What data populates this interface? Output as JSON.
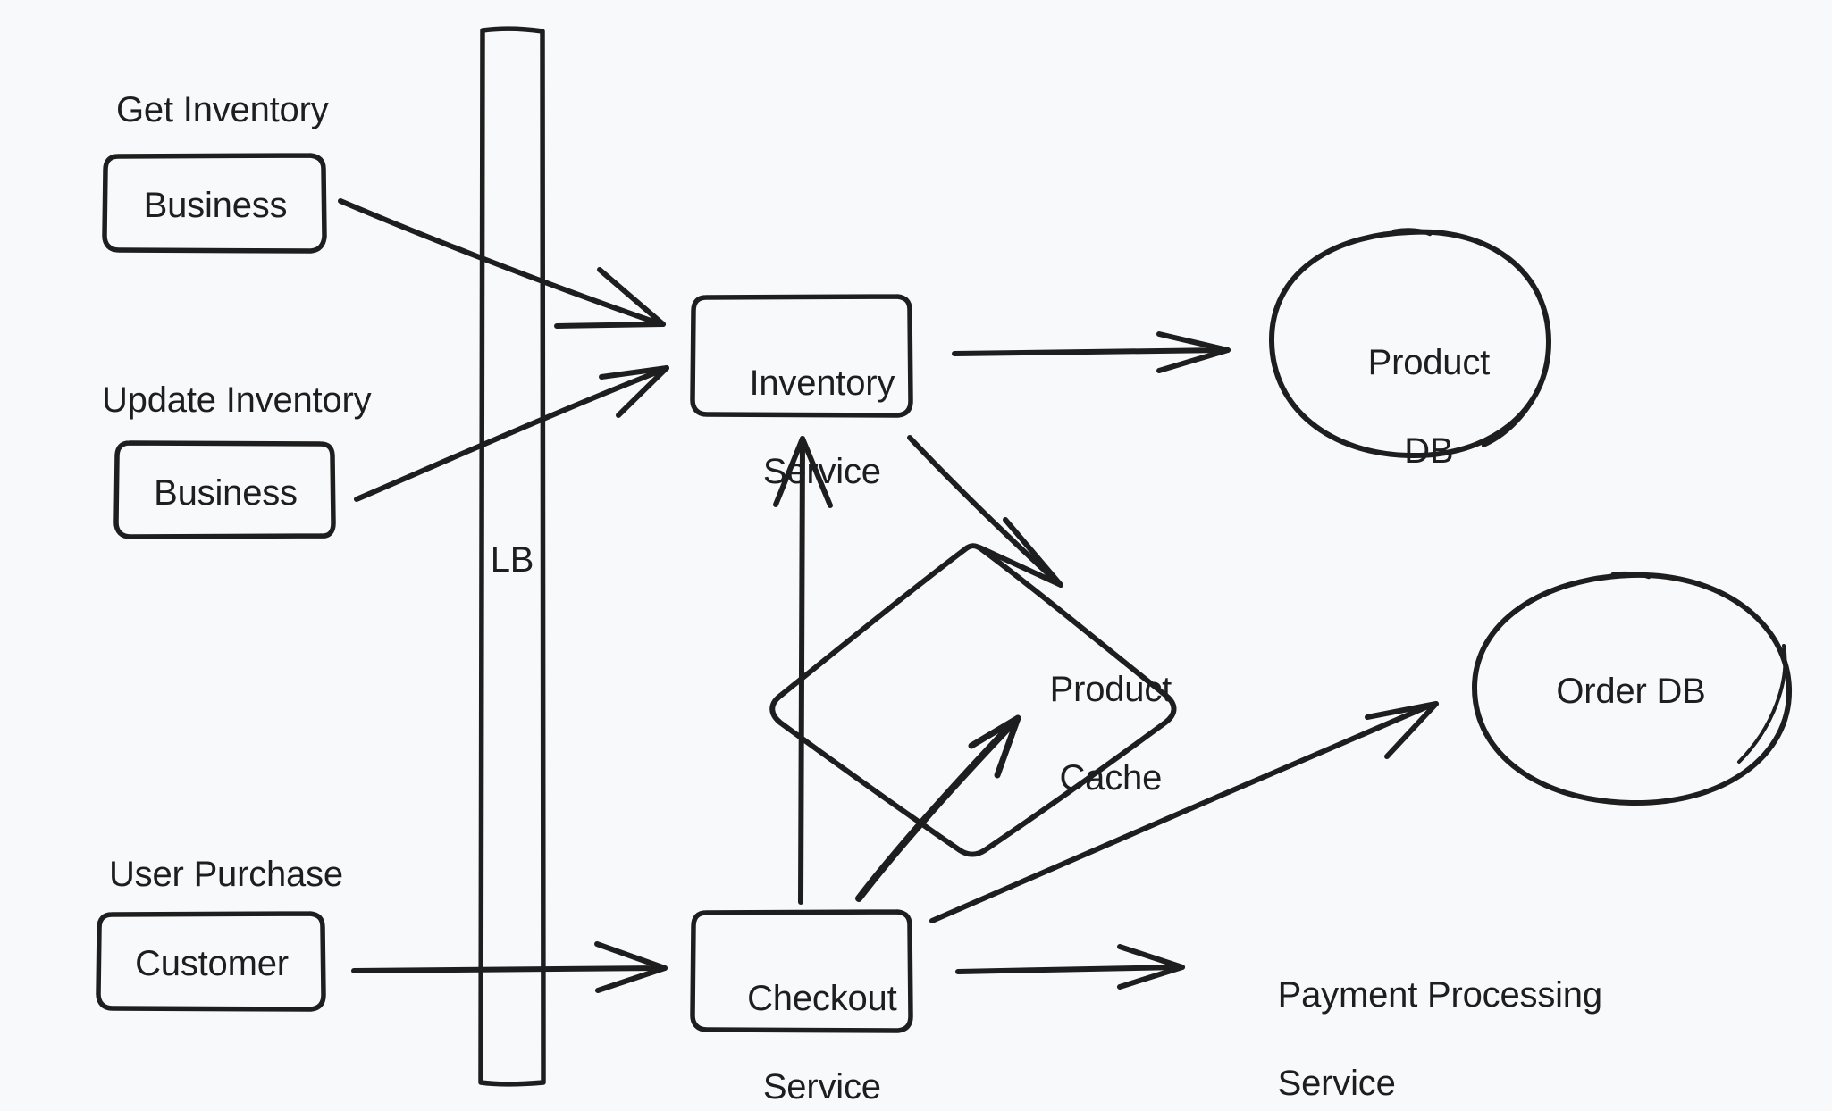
{
  "diagram": {
    "title": "E-Commerce Microservices Architecture",
    "style": "hand-drawn",
    "background_color": "#f8f9fb",
    "stroke_color": "#1e1e1e",
    "text_color": "#1e1e1e"
  },
  "nodes": {
    "business_get": {
      "label": "Business",
      "shape": "rounded-rect"
    },
    "business_update": {
      "label": "Business",
      "shape": "rounded-rect"
    },
    "customer": {
      "label": "Customer",
      "shape": "rounded-rect"
    },
    "load_balancer": {
      "label": "LB",
      "shape": "tall-rounded-rect"
    },
    "inventory_service": {
      "label_line1": "Inventory",
      "label_line2": "Service",
      "shape": "rounded-rect"
    },
    "checkout_service": {
      "label_line1": "Checkout",
      "label_line2": "Service",
      "shape": "rounded-rect"
    },
    "product_db": {
      "label_line1": "Product",
      "label_line2": "DB",
      "shape": "ellipse"
    },
    "order_db": {
      "label": "Order DB",
      "shape": "ellipse"
    },
    "product_cache": {
      "label_line1": "Product",
      "label_line2": "Cache",
      "shape": "diamond"
    },
    "payment_service": {
      "label_line1": "Payment Processing",
      "label_line2": "Service",
      "shape": "text"
    }
  },
  "annotations": {
    "get_inventory": "Get Inventory",
    "update_inventory": "Update Inventory",
    "user_purchase": "User Purchase"
  },
  "edges": [
    {
      "id": "get-inventory-to-inventory-service",
      "from": "business_get",
      "to": "inventory_service",
      "arrow": true
    },
    {
      "id": "update-inventory-to-inventory-service",
      "from": "business_update",
      "to": "inventory_service",
      "arrow": true
    },
    {
      "id": "customer-to-checkout-service",
      "from": "customer",
      "to": "checkout_service",
      "arrow": true
    },
    {
      "id": "inventory-service-to-product-db",
      "from": "inventory_service",
      "to": "product_db",
      "arrow": true
    },
    {
      "id": "inventory-service-to-product-cache",
      "from": "inventory_service",
      "to": "product_cache",
      "arrow": true
    },
    {
      "id": "checkout-service-to-inventory-service",
      "from": "checkout_service",
      "to": "inventory_service",
      "arrow": true
    },
    {
      "id": "checkout-service-to-product-cache",
      "from": "checkout_service",
      "to": "product_cache",
      "arrow": true
    },
    {
      "id": "checkout-service-to-order-db",
      "from": "checkout_service",
      "to": "order_db",
      "arrow": true
    },
    {
      "id": "checkout-service-to-payment-service",
      "from": "checkout_service",
      "to": "payment_service",
      "arrow": true
    }
  ]
}
